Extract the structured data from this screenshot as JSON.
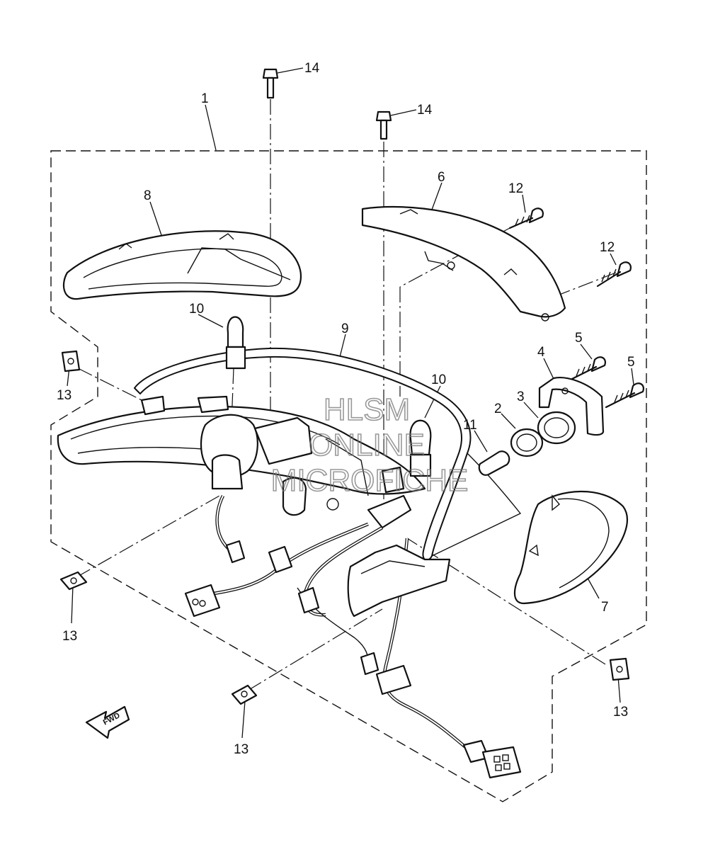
{
  "diagram": {
    "callouts": [
      {
        "id": "c1",
        "text": "1"
      },
      {
        "id": "c14a",
        "text": "14"
      },
      {
        "id": "c14b",
        "text": "14"
      },
      {
        "id": "c8",
        "text": "8"
      },
      {
        "id": "c6",
        "text": "6"
      },
      {
        "id": "c12a",
        "text": "12"
      },
      {
        "id": "c12b",
        "text": "12"
      },
      {
        "id": "c10a",
        "text": "10"
      },
      {
        "id": "c9",
        "text": "9"
      },
      {
        "id": "c10b",
        "text": "10"
      },
      {
        "id": "c4",
        "text": "4"
      },
      {
        "id": "c5a",
        "text": "5"
      },
      {
        "id": "c5b",
        "text": "5"
      },
      {
        "id": "c3",
        "text": "3"
      },
      {
        "id": "c2",
        "text": "2"
      },
      {
        "id": "c11",
        "text": "11"
      },
      {
        "id": "c13a",
        "text": "13"
      },
      {
        "id": "c13b",
        "text": "13"
      },
      {
        "id": "c13c",
        "text": "13"
      },
      {
        "id": "c13d",
        "text": "13"
      },
      {
        "id": "c7",
        "text": "7"
      }
    ],
    "fwd_label": "FWD",
    "watermark": {
      "line1": "HLSM",
      "line2": "ONLINE",
      "line3": "MICROFICHE"
    }
  }
}
